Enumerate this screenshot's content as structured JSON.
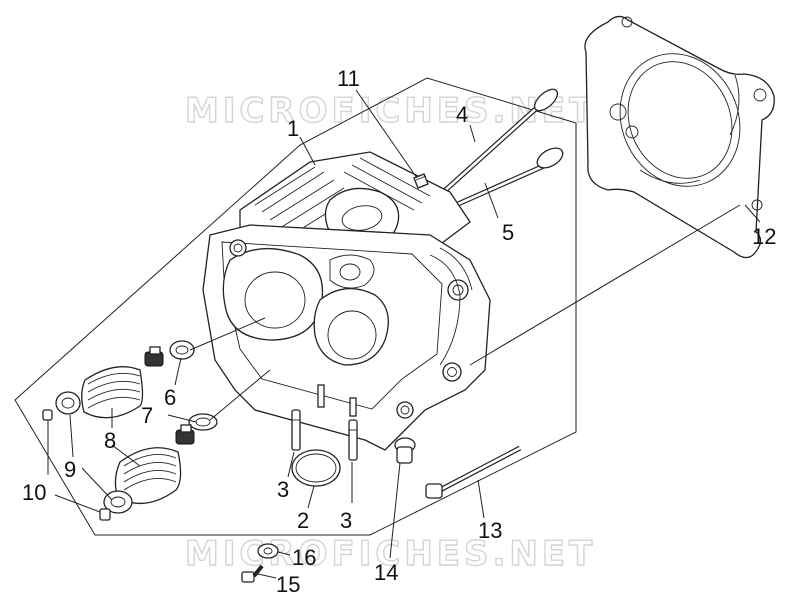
{
  "watermark": {
    "top": "MICROFICHES.NET",
    "bottom": "MICROFICHES.NET"
  },
  "callouts": [
    {
      "id": "1",
      "text": "1"
    },
    {
      "id": "2",
      "text": "2"
    },
    {
      "id": "3a",
      "text": "3"
    },
    {
      "id": "3b",
      "text": "3"
    },
    {
      "id": "4",
      "text": "4"
    },
    {
      "id": "5",
      "text": "5"
    },
    {
      "id": "6",
      "text": "6"
    },
    {
      "id": "7",
      "text": "7"
    },
    {
      "id": "8",
      "text": "8"
    },
    {
      "id": "9",
      "text": "9"
    },
    {
      "id": "10",
      "text": "10"
    },
    {
      "id": "11",
      "text": "11"
    },
    {
      "id": "12",
      "text": "12"
    },
    {
      "id": "13",
      "text": "13"
    },
    {
      "id": "14",
      "text": "14"
    },
    {
      "id": "15",
      "text": "15"
    },
    {
      "id": "16",
      "text": "16"
    }
  ]
}
